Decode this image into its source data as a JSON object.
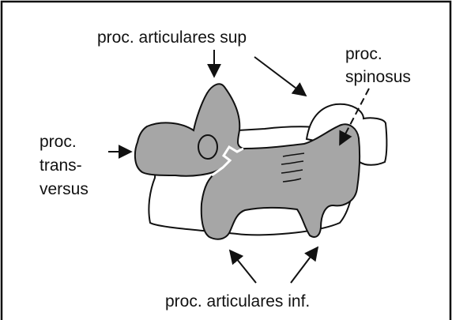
{
  "labels": {
    "articulares_sup": "proc. articulares sup",
    "spinosus_line1": "proc.",
    "spinosus_line2": "spinosus",
    "transversus_line1": "proc.",
    "transversus_line2": "trans-",
    "transversus_line3": "versus",
    "articulares_inf": "proc. articulares inf."
  },
  "colors": {
    "bone_fill": "#a6a6a6",
    "outline": "#111111",
    "background": "#ffffff"
  }
}
